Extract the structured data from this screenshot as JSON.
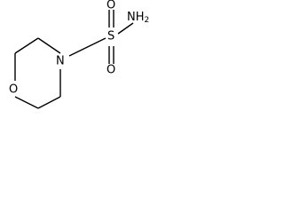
{
  "molecule": {
    "atoms": {
      "O_ring": "O",
      "N": "N",
      "S": "S",
      "O_top": "O",
      "O_bottom": "O",
      "NH2_main": "NH",
      "NH2_sub": "2"
    }
  }
}
